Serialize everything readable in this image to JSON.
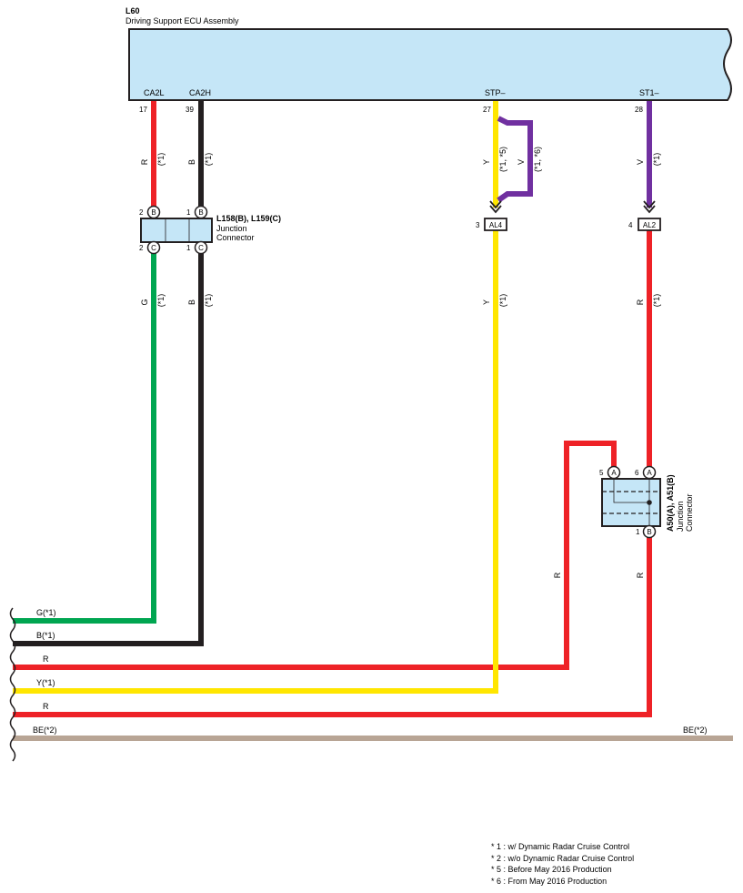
{
  "colors": {
    "red": "#EE2227",
    "black": "#231F20",
    "green": "#00A651",
    "yellow": "#FFE600",
    "violet": "#7030A0",
    "beige": "#B8A595",
    "component_fill": "#C5E6F7"
  },
  "ecu": {
    "code": "L60",
    "name": "Driving Support ECU Assembly",
    "terminals": [
      {
        "signal": "CA2L",
        "pin": "17"
      },
      {
        "signal": "CA2H",
        "pin": "39"
      },
      {
        "signal": "STP–",
        "pin": "27"
      },
      {
        "signal": "ST1–",
        "pin": "28"
      }
    ]
  },
  "wire_labels": {
    "r": "R",
    "b": "B",
    "g": "G",
    "y": "Y",
    "v": "V",
    "n1": "(*1)",
    "n15": "(*1, *5)",
    "n16": "(*1, *6)"
  },
  "junction_l158": {
    "title": "L158(B), L159(C)",
    "line1": "Junction",
    "line2": "Connector",
    "pins_top": [
      {
        "num": "2",
        "letter": "B"
      },
      {
        "num": "1",
        "letter": "B"
      }
    ],
    "pins_bottom": [
      {
        "num": "2",
        "letter": "C"
      },
      {
        "num": "1",
        "letter": "C"
      }
    ]
  },
  "connectors": [
    {
      "pin": "3",
      "code": "AL4"
    },
    {
      "pin": "4",
      "code": "AL2"
    }
  ],
  "junction_a50": {
    "title": "A50(A), A51(B)",
    "line1": "Junction",
    "line2": "Connector",
    "pins_top": [
      {
        "num": "5",
        "letter": "A"
      },
      {
        "num": "6",
        "letter": "A"
      }
    ],
    "pins_bottom": [
      {
        "num": "1",
        "letter": "B"
      }
    ]
  },
  "bus_lines": {
    "g": "G(*1)",
    "b": "B(*1)",
    "r1": "R",
    "y": "Y(*1)",
    "r2": "R",
    "be_left": "BE(*2)",
    "be_right": "BE(*2)"
  },
  "notes": [
    {
      "mark": "*",
      "text": "1 : w/ Dynamic Radar Cruise Control"
    },
    {
      "mark": "*",
      "text": "2 : w/o Dynamic Radar Cruise Control"
    },
    {
      "mark": "*",
      "text": "5 : Before May 2016 Production"
    },
    {
      "mark": "*",
      "text": "6 : From May 2016 Production"
    }
  ]
}
